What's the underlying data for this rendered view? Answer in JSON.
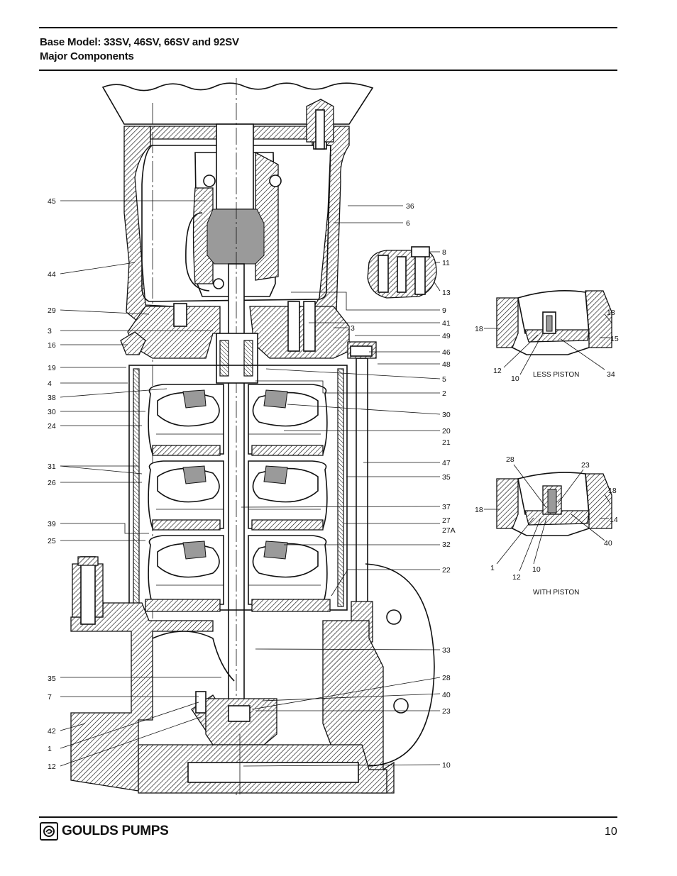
{
  "header": {
    "title_line1": "Base Model: 33SV, 46SV, 66SV and 92SV",
    "title_line2": "Major Components"
  },
  "main_callouts_left": [
    "45",
    "44",
    "29",
    "3",
    "16",
    "19",
    "4",
    "38",
    "30",
    "24",
    "31",
    "26",
    "39",
    "25",
    "35",
    "7",
    "42",
    "1",
    "12"
  ],
  "main_callouts_right": [
    "36",
    "6",
    "8",
    "11",
    "13",
    "9",
    "3",
    "41",
    "49",
    "46",
    "48",
    "5",
    "2",
    "30",
    "20",
    "21",
    "47",
    "35",
    "37",
    "27",
    "27A",
    "32",
    "22",
    "33",
    "28",
    "40",
    "23",
    "10"
  ],
  "detail_less_piston": {
    "caption": "LESS PISTON",
    "labels": [
      "18",
      "18",
      "15",
      "12",
      "10",
      "34"
    ]
  },
  "detail_with_piston": {
    "caption": "WITH PISTON",
    "labels": [
      "28",
      "23",
      "18",
      "18",
      "14",
      "40",
      "1",
      "12",
      "10"
    ]
  },
  "footer": {
    "brand": "GOULDS PUMPS",
    "page_number": "10"
  }
}
